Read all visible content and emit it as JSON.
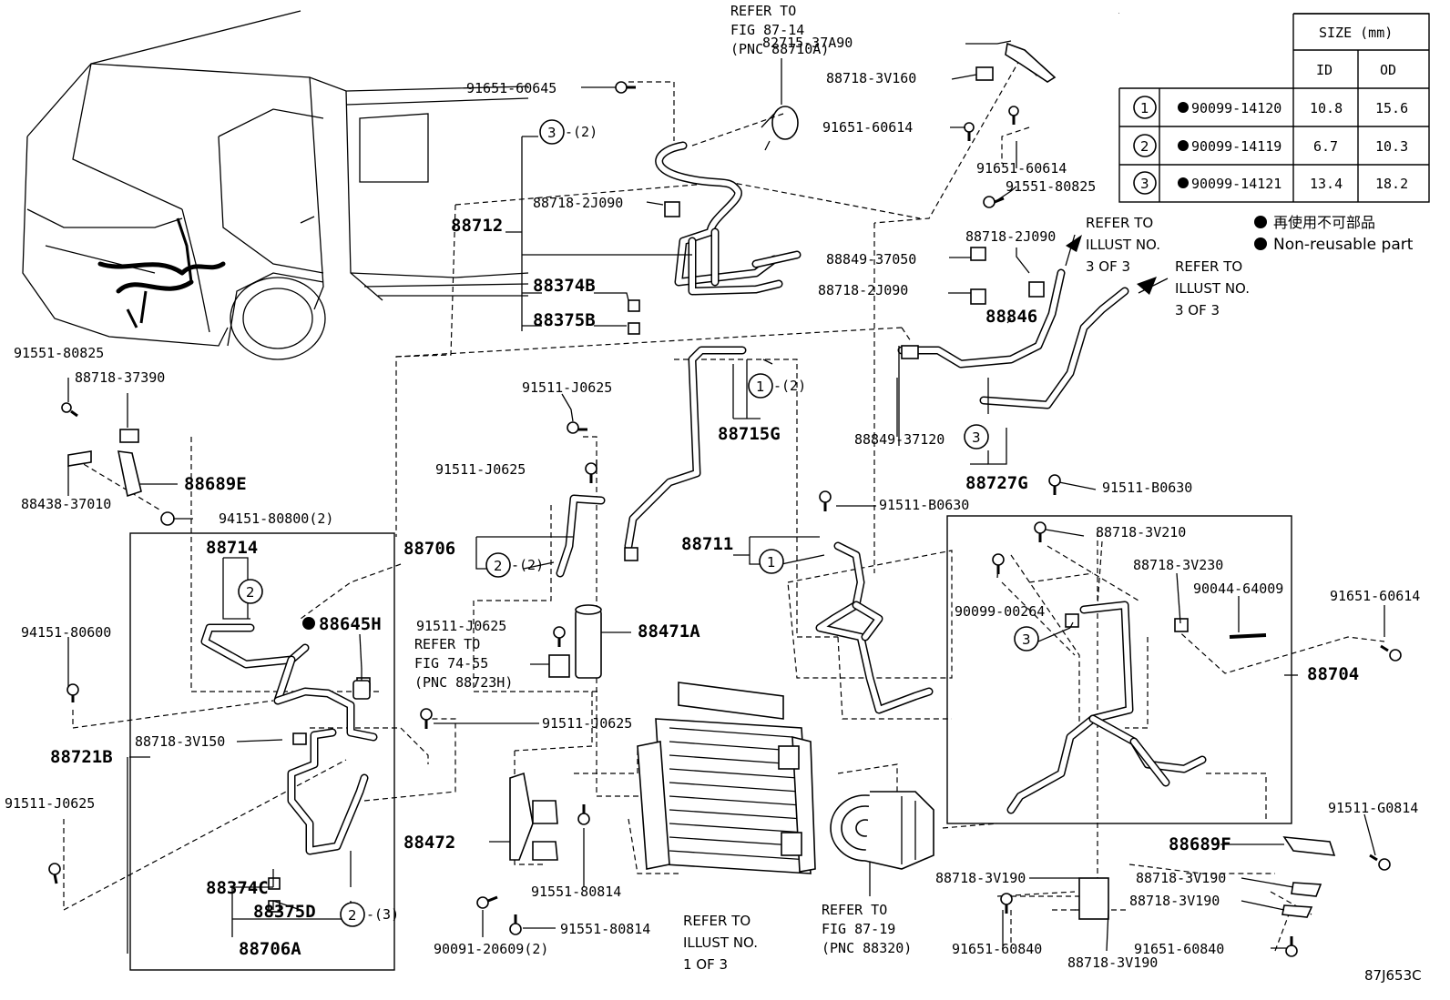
{
  "diagram": {
    "code": "87J653C",
    "refers": {
      "fig87_14": [
        "REFER TO",
        "FIG 87-14",
        "(PNC 88710A)"
      ],
      "illust3a": [
        "REFER TO",
        "ILLUST NO.",
        "3 OF 3"
      ],
      "illust3b": [
        "REFER TO",
        "ILLUST NO.",
        "3 OF 3"
      ],
      "fig74_55": [
        "REFER TO",
        "FIG 74-55",
        "(PNC 88723H)"
      ],
      "illust1": [
        "REFER TO",
        "ILLUST NO.",
        "1 OF 3"
      ],
      "fig87_19": [
        "REFER TO",
        "FIG 87-19",
        "(PNC 88320)"
      ]
    },
    "labels": {
      "p82715": "82715-37A90",
      "p88718_3V160": "88718-3V160",
      "p91651_60645": "91651-60645",
      "p91651_60614a": "91651-60614",
      "p91651_60614b": "91651-60614",
      "p91551_80825a": "91551-80825",
      "p88718_2J090a": "88718-2J090",
      "p88718_2J090b": "88718-2J090",
      "p88718_2J090c": "88718-2J090",
      "p88849_37050": "88849-37050",
      "p88846": "88846",
      "p88712": "88712",
      "p88374B": "88374B",
      "p88375B": "88375B",
      "p88849_37120": "88849-37120",
      "p88727G": "88727G",
      "p88715G": "88715G",
      "p91511_J0625a": "91511-J0625",
      "p91511_J0625b": "91511-J0625",
      "p91511_J0625c": "91511-J0625",
      "p91511_J0625d": "91511-J0625",
      "p91511_J0625e": "91511-J0625",
      "p88706": "88706",
      "p88711": "88711",
      "p91511_B0630a": "91511-B0630",
      "p91511_B0630b": "91511-B0630",
      "p88718_3V210": "88718-3V210",
      "p88718_3V230": "88718-3V230",
      "p90044": "90044-64009",
      "p90099_00264": "90099-00264",
      "p91651_60614c": "91651-60614",
      "p88704": "88704",
      "p91551_80825b": "91551-80825",
      "p88718_37390": "88718-37390",
      "p88689E": "88689E",
      "p88438": "88438-37010",
      "p94151_80800": "94151-80800(2)",
      "p88714": "88714",
      "p88645H": "88645H",
      "p94151_80600": "94151-80600",
      "p88721B": "88721B",
      "p88718_3V150": "88718-3V150",
      "p88471A": "88471A",
      "p88472": "88472",
      "p91551_80814a": "91551-80814",
      "p91551_80814b": "91551-80814",
      "p90091": "90091-20609(2)",
      "p88374C": "88374C",
      "p88375D": "88375D",
      "p88706A": "88706A",
      "p91511_G0814": "91511-G0814",
      "p88689F": "88689F",
      "p88718_3V190a": "88718-3V190",
      "p88718_3V190b": "88718-3V190",
      "p88718_3V190c": "88718-3V190",
      "p88718_3V190d": "88718-3V190",
      "p91651_60840a": "91651-60840",
      "p91651_60840b": "91651-60840"
    },
    "circles": {
      "c1": "3",
      "c1q": "-(2)",
      "c2": "1",
      "c2q": "-(2)",
      "c3": "3",
      "c4": "2",
      "c4q": "-(2)",
      "c5": "1",
      "c6": "2",
      "c7": "3",
      "c8": "2",
      "c8q": "-(3)"
    },
    "size_table": {
      "header": "SIZE (mm)",
      "col_id": "ID",
      "col_od": "OD",
      "rows": [
        {
          "n": "1",
          "part": "90099-14120",
          "id": "10.8",
          "od": "15.6"
        },
        {
          "n": "2",
          "part": "90099-14119",
          "id": "6.7",
          "od": "10.3"
        },
        {
          "n": "3",
          "part": "90099-14121",
          "id": "13.4",
          "od": "18.2"
        }
      ]
    },
    "legend": {
      "jp": "再使用不可部品",
      "en": "Non-reusable part"
    }
  }
}
